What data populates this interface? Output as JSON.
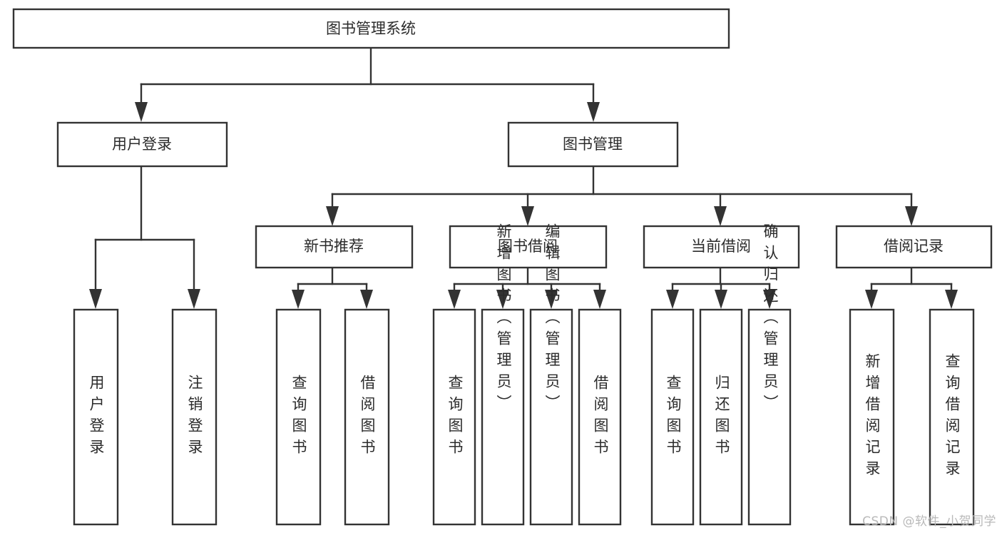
{
  "diagram": {
    "title": "图书管理系统",
    "type": "hierarchy-tree",
    "watermark": "CSDN @软件_小贺同学",
    "colors": {
      "background": "#ffffff",
      "box_fill": "#ffffff",
      "box_stroke": "#333333",
      "text": "#2b2b2b",
      "watermark": "#b9b9b9"
    },
    "nodes": {
      "root": {
        "label": "图书管理系统",
        "level": 0,
        "orientation": "horizontal"
      },
      "l1_0": {
        "label": "用户登录",
        "level": 1,
        "orientation": "horizontal"
      },
      "l1_1": {
        "label": "图书管理",
        "level": 1,
        "orientation": "horizontal"
      },
      "l2_0": {
        "label": "新书推荐",
        "level": 2,
        "orientation": "horizontal"
      },
      "l2_1": {
        "label": "图书借阅",
        "level": 2,
        "orientation": "horizontal"
      },
      "l2_2": {
        "label": "当前借阅",
        "level": 2,
        "orientation": "horizontal"
      },
      "l2_3": {
        "label": "借阅记录",
        "level": 2,
        "orientation": "horizontal"
      },
      "leaf_0": {
        "label": "用户登录",
        "level": 3,
        "orientation": "vertical"
      },
      "leaf_1": {
        "label": "注销登录",
        "level": 3,
        "orientation": "vertical"
      },
      "leaf_2": {
        "label": "查询图书",
        "level": 3,
        "orientation": "vertical"
      },
      "leaf_3": {
        "label": "借阅图书",
        "level": 3,
        "orientation": "vertical"
      },
      "leaf_4": {
        "label": "查询图书",
        "level": 3,
        "orientation": "vertical"
      },
      "leaf_5": {
        "label": "新增图书（管理员）",
        "level": 3,
        "orientation": "vertical"
      },
      "leaf_6": {
        "label": "编辑图书（管理员）",
        "level": 3,
        "orientation": "vertical"
      },
      "leaf_7": {
        "label": "借阅图书",
        "level": 3,
        "orientation": "vertical"
      },
      "leaf_8": {
        "label": "查询图书",
        "level": 3,
        "orientation": "vertical"
      },
      "leaf_9": {
        "label": "归还图书",
        "level": 3,
        "orientation": "vertical"
      },
      "leaf_10": {
        "label": "确认归还（管理员）",
        "level": 3,
        "orientation": "vertical"
      },
      "leaf_11": {
        "label": "新增借阅记录",
        "level": 3,
        "orientation": "vertical"
      },
      "leaf_12": {
        "label": "查询借阅记录",
        "level": 3,
        "orientation": "vertical"
      }
    },
    "edges": [
      {
        "from": "root",
        "to": "l1_0"
      },
      {
        "from": "root",
        "to": "l1_1"
      },
      {
        "from": "l1_1",
        "to": "l2_0"
      },
      {
        "from": "l1_1",
        "to": "l2_1"
      },
      {
        "from": "l1_1",
        "to": "l2_2"
      },
      {
        "from": "l1_1",
        "to": "l2_3"
      },
      {
        "from": "l1_0",
        "to": "leaf_0"
      },
      {
        "from": "l1_0",
        "to": "leaf_1"
      },
      {
        "from": "l2_0",
        "to": "leaf_2"
      },
      {
        "from": "l2_0",
        "to": "leaf_3"
      },
      {
        "from": "l2_1",
        "to": "leaf_4"
      },
      {
        "from": "l2_1",
        "to": "leaf_5"
      },
      {
        "from": "l2_1",
        "to": "leaf_6"
      },
      {
        "from": "l2_1",
        "to": "leaf_7"
      },
      {
        "from": "l2_2",
        "to": "leaf_8"
      },
      {
        "from": "l2_2",
        "to": "leaf_9"
      },
      {
        "from": "l2_2",
        "to": "leaf_10"
      },
      {
        "from": "l2_3",
        "to": "leaf_11"
      },
      {
        "from": "l2_3",
        "to": "leaf_12"
      }
    ]
  }
}
